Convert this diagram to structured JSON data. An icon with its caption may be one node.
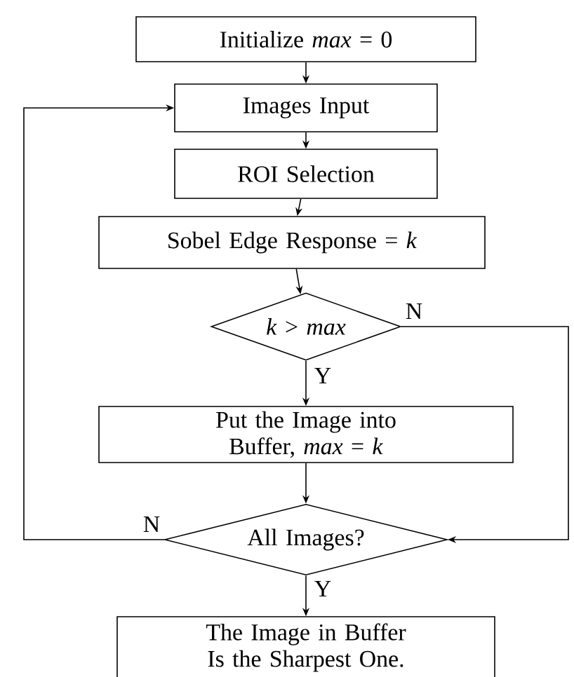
{
  "diagram": {
    "nodes": [
      {
        "text": [
          "Initialize *max* = 0"
        ]
      },
      {
        "text": [
          "Images Input"
        ]
      },
      {
        "text": [
          "ROI Selection"
        ]
      },
      {
        "text": [
          "Sobel Edge Response = *k*"
        ]
      },
      {
        "text": [
          "*k* > *max*"
        ]
      },
      {
        "text": [
          "Put the Image into Buffer, *max* = *k*"
        ]
      },
      {
        "text": [
          "All Images?"
        ]
      },
      {
        "text": [
          "The Image in Buffer Is the Sharpest One."
        ]
      }
    ],
    "edges": [
      {
        "from": 0,
        "to": 1,
        "arrow": "to"
      },
      {
        "from": 1,
        "to": 2,
        "arrow": "to"
      },
      {
        "from": 2,
        "to": 3,
        "arrow": "to"
      },
      {
        "from": 3,
        "to": 4,
        "arrow": "to"
      },
      {
        "from": 4,
        "to": 5,
        "arrow": "to",
        "label": "Y"
      },
      {
        "from": 4,
        "to": 6,
        "arrow": "to",
        "label": "N"
      },
      {
        "from": 5,
        "to": 6,
        "arrow": "to"
      },
      {
        "from": 6,
        "to": 1,
        "arrow": "to",
        "label": "N"
      },
      {
        "from": 6,
        "to": 7,
        "arrow": "to",
        "label": "Y"
      }
    ]
  }
}
